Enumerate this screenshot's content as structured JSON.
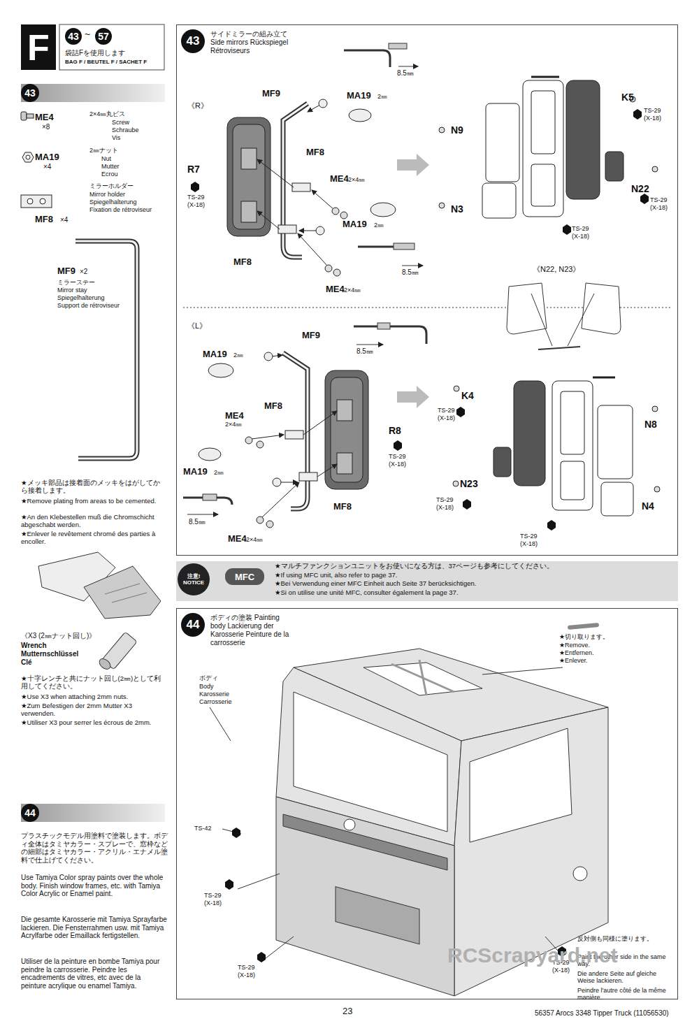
{
  "diagram": {
    "nodes": [
      {
        "text": [
          "F"
        ]
      },
      {
        "text": [
          "43"
        ]
      },
      {
        "text": [
          "57"
        ]
      },
      {
        "text": [
          "43"
        ]
      },
      {
        "text": [
          "サイドミラーの組み立て Side mirrors Rückspiegel Rétroviseurs"
        ]
      },
      {
        "text": [
          "43"
        ],
        "in": 4
      },
      {
        "text": [
          "注意! NOTICE"
        ]
      },
      {
        "text": [
          "MFC"
        ]
      },
      {
        "text": [
          "44"
        ]
      },
      {
        "text": [
          "ボディの塗装 Painting body Lackierung der Karosserie Peinture de la carrosserie"
        ]
      },
      {
        "text": [
          "44"
        ],
        "in": 9
      }
    ],
    "labels": [
      "~",
      "袋詰Fを使用します",
      "BAG F / BEUTEL F / SACHET F",
      "ME4",
      "×8",
      "2×4㎜丸ビス",
      "Screw",
      "Schraube",
      "Vis",
      "MA19",
      "×4",
      "2㎜ナット",
      "Nut",
      "Mutter",
      "Ecrou",
      "ミラーホルダー",
      "Mirror holder",
      "Spiegelhalterung",
      "Fixation de rétroviseur",
      "MF8",
      "×4",
      "MF9",
      "×2",
      "ミラーステー",
      "Mirror stay",
      "Spiegelhalterung",
      "Support de rétroviseur",
      "★メッキ部品は接着面のメッキをはがしてから接着します。",
      "★Remove plating from areas to be cemented.",
      "★An den Klebestellen muß die Chromschicht abgeschabt werden.",
      "★Enlever le revêtement chromé des parties à encoller.",
      "《X3 (2㎜ナット回し)》",
      "Wrench",
      "Mutternschlüssel",
      "Clé",
      "★十字レンチと共にナット回し(2㎜)として利用してください。",
      "★Use X3 when attaching 2mm nuts.",
      "★Zum Befestigen der 2mm Mutter X3 verwenden.",
      "★Utiliser X3 pour serrer les écrous de 2mm.",
      "プラスチックモデル用塗料で塗装します。ボディ全体はタミヤカラー・スプレーで、窓枠などの細部はタミヤカラー・アクリル・エナメル塗料で仕上げてください。",
      "Use Tamiya Color spray paints over the whole body. Finish window frames, etc. with Tamiya Color Acrylic or Enamel paint.",
      "Die gesamte Karosserie mit Tamiya Sprayfarbe lackieren. Die Fensterrahmen usw. mit Tamiya Acrylfarbe oder Emaillack fertigstellen.",
      "Utiliser de la peinture en bombe Tamiya pour peindre la carrosserie. Peindre les encadrements de vitres, etc avec de la peinture acrylique ou enamel Tamiya.",
      "《R》",
      "MF9",
      "MA19",
      "2㎜",
      "8.5㎜",
      "MF8",
      "R7",
      "TS-29",
      "(X-18)",
      "ME4",
      "2×4㎜",
      "MA19",
      "2㎜",
      "MF8",
      "8.5㎜",
      "ME4",
      "2×4㎜",
      "K5",
      "TS-29",
      "(X-18)",
      "N9",
      "N22",
      "TS-29",
      "(X-18)",
      "N3",
      "TS-29",
      "(X-18)",
      "《N22, N23》",
      "《L》",
      "MF9",
      "MA19",
      "2㎜",
      "8.5㎜",
      "ME4",
      "2×4㎜",
      "MF8",
      "R8",
      "TS-29",
      "(X-18)",
      "MA19",
      "2㎜",
      "8.5㎜",
      "MF8",
      "ME4",
      "2×4㎜",
      "K4",
      "TS-29",
      "(X-18)",
      "N8",
      "N23",
      "TS-29",
      "(X-18)",
      "N4",
      "TS-29",
      "(X-18)",
      "★マルチファンクションユニットをお使いになる方は、37ページも参考にしてください。",
      "★If using MFC unit, also refer to page 37.",
      "★Bei Verwendung einer MFC Einheit auch Seite 37 berücksichtigen.",
      "★Si on utilise une unité MFC, consulter également la page 37.",
      "★切り取ります。",
      "★Remove.",
      "★Entfernen.",
      "★Enlever.",
      "ボディ",
      "Body",
      "Karosserie",
      "Carrosserie",
      "TS-42",
      "TS-29",
      "(X-18)",
      "TS-29",
      "(X-18)",
      "TS-29",
      "(X-18)",
      "反対側も同様に塗ります。",
      "Paint the other side in the same way.",
      "Die andere Seite auf gleiche Weise lackieren.",
      "Peindre l'autre côté de la même manière.",
      "RCScrapyard.net",
      "23",
      "56357 Arocs 3348 Tipper Truck (11056530)"
    ]
  }
}
